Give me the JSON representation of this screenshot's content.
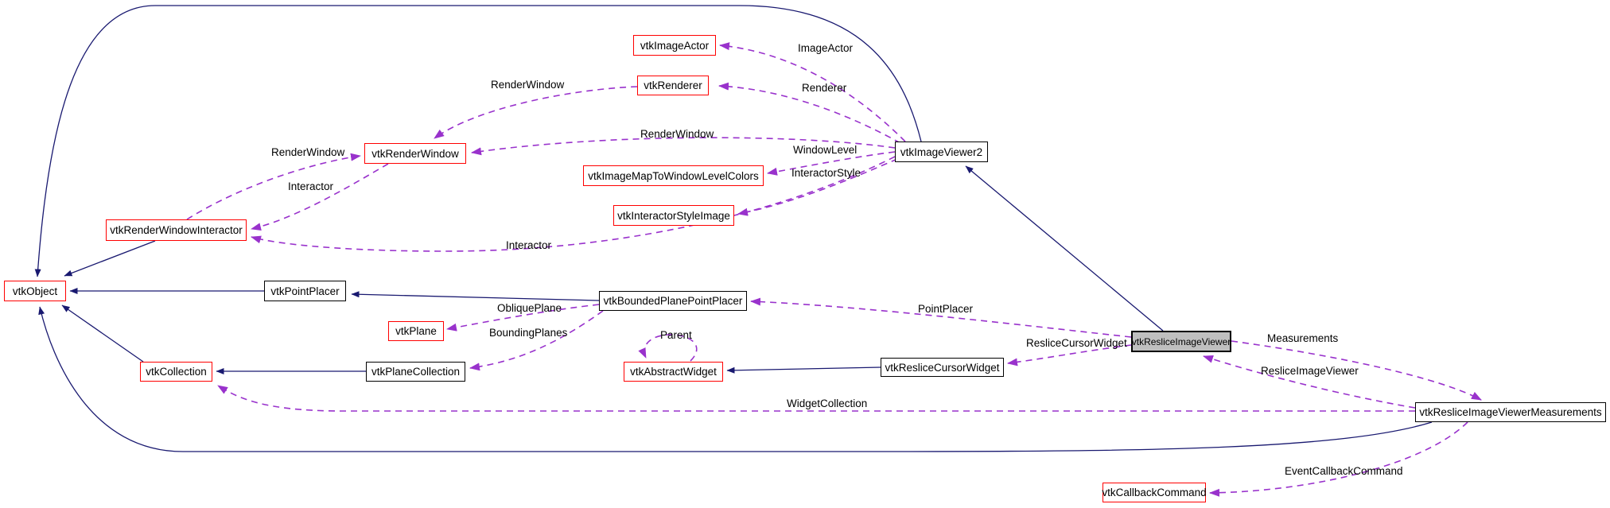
{
  "diagram": {
    "type": "doxygen-collaboration-graph",
    "focus_class": "vtkResliceImageViewer"
  },
  "colors": {
    "red_border": "#ff0000",
    "black_border": "#000000",
    "focus_fill": "#bfbfbf",
    "inheritance_edge": "#191970",
    "usage_edge": "#9932cc",
    "background": "#ffffff"
  },
  "nodes": {
    "vtkImageActor": "vtkImageActor",
    "vtkRenderer": "vtkRenderer",
    "vtkRenderWindow": "vtkRenderWindow",
    "vtkImageViewer2": "vtkImageViewer2",
    "vtkImageMapToWindowLevelColors": "vtkImageMapToWindowLevelColors",
    "vtkInteractorStyleImage": "vtkInteractorStyleImage",
    "vtkRenderWindowInteractor": "vtkRenderWindowInteractor",
    "vtkObject": "vtkObject",
    "vtkPointPlacer": "vtkPointPlacer",
    "vtkBoundedPlanePointPlacer": "vtkBoundedPlanePointPlacer",
    "vtkPlane": "vtkPlane",
    "vtkCollection": "vtkCollection",
    "vtkPlaneCollection": "vtkPlaneCollection",
    "vtkAbstractWidget": "vtkAbstractWidget",
    "vtkResliceCursorWidget": "vtkResliceCursorWidget",
    "vtkResliceImageViewer": "vtkResliceImageViewer",
    "vtkResliceImageViewerMeasurements": "vtkResliceImageViewerMeasurements",
    "vtkCallbackCommand": "vtkCallbackCommand"
  },
  "edge_labels": {
    "imageActor": "ImageActor",
    "renderer": "Renderer",
    "renderWindow1": "RenderWindow",
    "renderWindow2": "RenderWindow",
    "renderWindow3": "RenderWindow",
    "windowLevel": "WindowLevel",
    "interactorStyle": "InteractorStyle",
    "interactor1": "Interactor",
    "interactor2": "Interactor",
    "obliquePlane": "ObliquePlane",
    "boundingPlanes": "BoundingPlanes",
    "parent": "Parent",
    "pointPlacer": "PointPlacer",
    "resliceCursorWidget": "ResliceCursorWidget",
    "measurements": "Measurements",
    "resliceImageViewer": "ResliceImageViewer",
    "widgetCollection": "WidgetCollection",
    "eventCallbackCommand": "EventCallbackCommand"
  }
}
